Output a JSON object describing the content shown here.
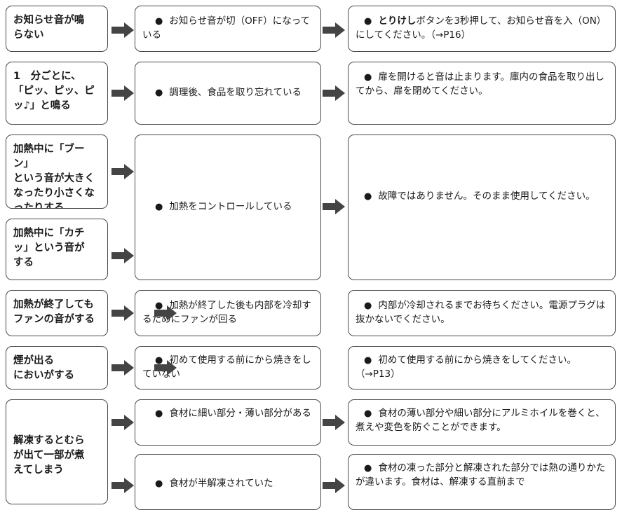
{
  "bullet": "●",
  "rows": [
    {
      "symptom": "お知らせ音が鳴\nらない",
      "cause": "お知らせ音が切（OFF）になっている",
      "remedy_bold": "とりけし",
      "remedy": "ボタンを3秒押して、お知らせ音を入（ON）にしてください。（→P16）"
    },
    {
      "symptom": "1　分ごとに、\n「ピッ、ピッ、ピ\nッ♪」と鳴る",
      "cause": "調理後、食品を取り忘れている",
      "remedy": "扉を開けると音は止まります。庫内の食品を取り出してから、扉を閉めてください。"
    },
    {
      "symptoms": [
        "加熱中に「ブーン」\nという音が大きく\nなったり小さくな\nったりする",
        "加熱中に「カチ\nッ」という音が\nする"
      ],
      "cause": "加熱をコントロールしている",
      "remedy": "故障ではありません。そのまま使用してください。"
    },
    {
      "symptom": "加熱が終了しても\nファンの音がする",
      "cause": "加熱が終了した後も内部を冷却するためにファンが回る",
      "remedy": "内部が冷却されるまでお待ちください。電源プラグは抜かないでください。"
    },
    {
      "symptom": "煙が出る\nにおいがする",
      "cause": "初めて使用する前にから焼きをしていない",
      "remedy": "初めて使用する前にから焼きをしてください。（→P13）"
    },
    {
      "symptom": "解凍するとむら\nが出て一部が煮\nえてしまう",
      "causes": [
        "食材に細い部分・薄い部分がある",
        "食材が半解凍されていた"
      ],
      "remedies": [
        "食材の薄い部分や細い部分にアルミホイルを巻くと、煮えや変色を防ぐことができます。",
        "食材の凍った部分と解凍された部分では熱の通りかたが違います。食材は、解凍する直前まで"
      ]
    }
  ]
}
